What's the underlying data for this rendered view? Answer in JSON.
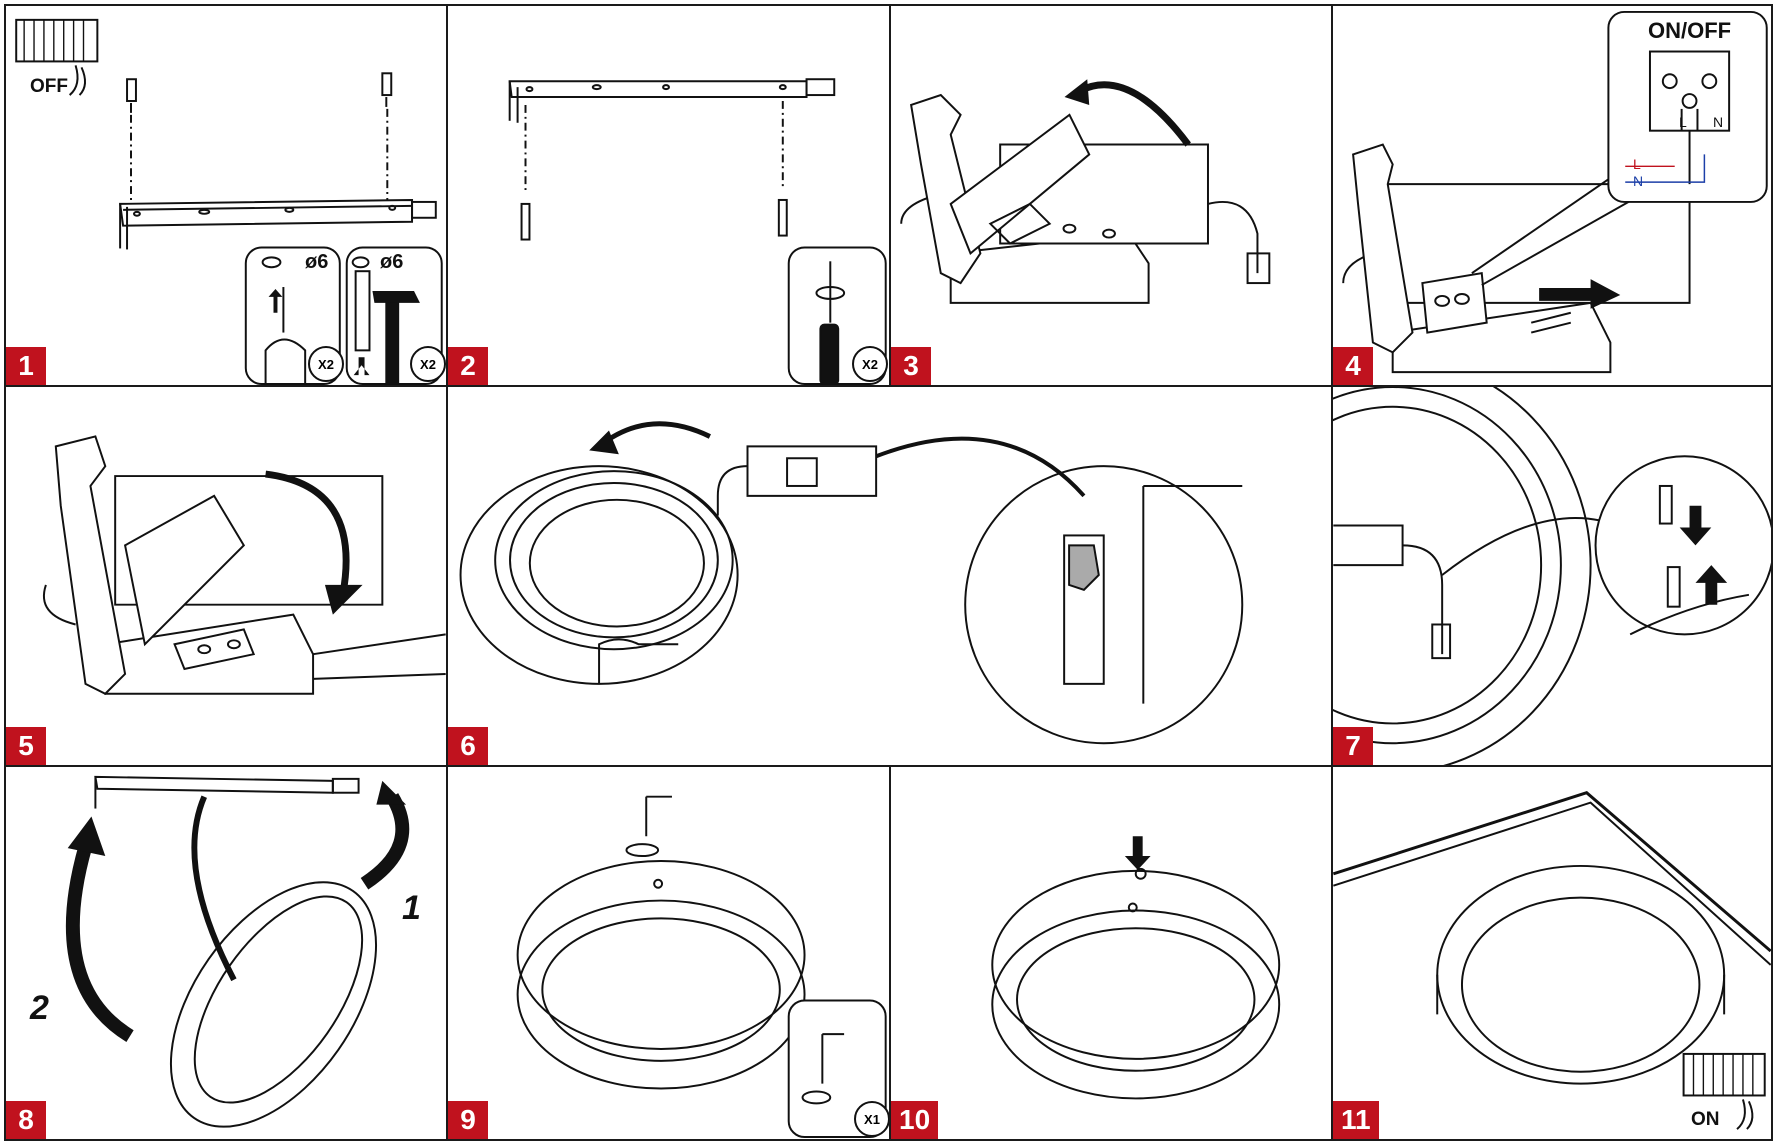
{
  "steps": [
    {
      "number": "1",
      "texts": {
        "off": "OFF",
        "dia_a": "ø6",
        "dia_b": "ø6",
        "qty_a": "X2",
        "qty_b": "X2"
      }
    },
    {
      "number": "2",
      "texts": {
        "qty": "X2"
      }
    },
    {
      "number": "3"
    },
    {
      "number": "4",
      "texts": {
        "switch_title": "ON/OFF",
        "l_term": "L",
        "n_term": "N",
        "l_wire": "L",
        "n_wire": "N"
      }
    },
    {
      "number": "5"
    },
    {
      "number": "6"
    },
    {
      "number": "7"
    },
    {
      "number": "8",
      "texts": {
        "arrow_1": "1",
        "arrow_2": "2"
      }
    },
    {
      "number": "9",
      "texts": {
        "qty": "X1"
      }
    },
    {
      "number": "10"
    },
    {
      "number": "11",
      "texts": {
        "on": "ON"
      }
    }
  ],
  "colors": {
    "badge": "#c0121e",
    "line_wire": "#c0121e",
    "neutral_wire": "#1c3fa8",
    "ink": "#111111"
  }
}
